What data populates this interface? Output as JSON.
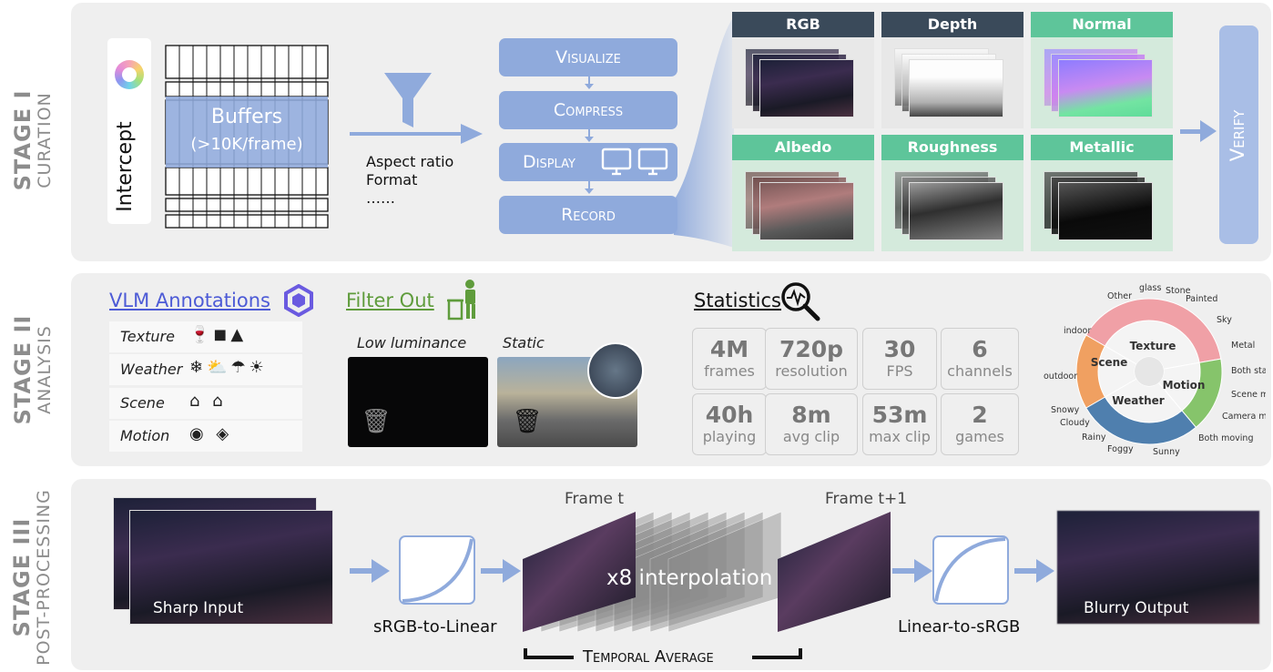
{
  "colors": {
    "panel": "#efefef",
    "accent_blue": "#8faadc",
    "header_dark": "#3a4a5a",
    "header_green": "#5ec59a",
    "bg_green": "#d4eadc",
    "stage_gray": "#8c8c8c",
    "link_blue": "#4d5bd6",
    "filter_green": "#5f9c3c"
  },
  "stage1": {
    "label_big": "STAGE I",
    "label_small": "CURATION",
    "intercept": "Intercept",
    "buffers_title": "Buffers",
    "buffers_sub": "(>10K/frame)",
    "filter_lines": [
      "Aspect ratio",
      "Format",
      "……"
    ],
    "buttons": [
      "Visualize",
      "Compress",
      "Display",
      "Record"
    ],
    "thumbnails": [
      "RGB",
      "Depth",
      "Normal",
      "Albedo",
      "Roughness",
      "Metallic"
    ],
    "verify": "Verify"
  },
  "stage2": {
    "label_big": "STAGE II",
    "label_small": "ANALYSIS",
    "vlm_title": "VLM Annotations",
    "annotations": [
      "Texture",
      "Weather",
      "Scene",
      "Motion"
    ],
    "filter_title": "Filter Out",
    "filter_cases": [
      "Low luminance",
      "Static"
    ],
    "stats_title": "Statistics",
    "stats": [
      {
        "value": "4M",
        "label": "frames"
      },
      {
        "value": "720p",
        "label": "resolution"
      },
      {
        "value": "30",
        "label": "FPS"
      },
      {
        "value": "6",
        "label": "channels"
      },
      {
        "value": "40h",
        "label": "playing"
      },
      {
        "value": "8m",
        "label": "avg clip"
      },
      {
        "value": "53m",
        "label": "max clip"
      },
      {
        "value": "2",
        "label": "games"
      }
    ],
    "wheel": {
      "inner": [
        "Texture",
        "Scene",
        "Motion",
        "Weather"
      ],
      "outer": [
        "Other",
        "glass",
        "Stone",
        "Painted",
        "Sky",
        "Metal",
        "Both static",
        "Scene moving",
        "Camera moving",
        "Both moving",
        "Sunny",
        "Foggy",
        "Rainy",
        "Cloudy",
        "Snowy",
        "outdoor",
        "indoor"
      ]
    }
  },
  "stage3": {
    "label_big": "STAGE III",
    "label_small": "POST-PROCESSING",
    "sharp_input": "Sharp Input",
    "srgb_to_linear": "sRGB-to-Linear",
    "frame_t": "Frame t",
    "frame_t1": "Frame t+1",
    "interp": "x8 interpolation",
    "linear_to_srgb": "Linear-to-sRGB",
    "blurry_output": "Blurry Output",
    "temporal_average": "Temporal Average"
  }
}
